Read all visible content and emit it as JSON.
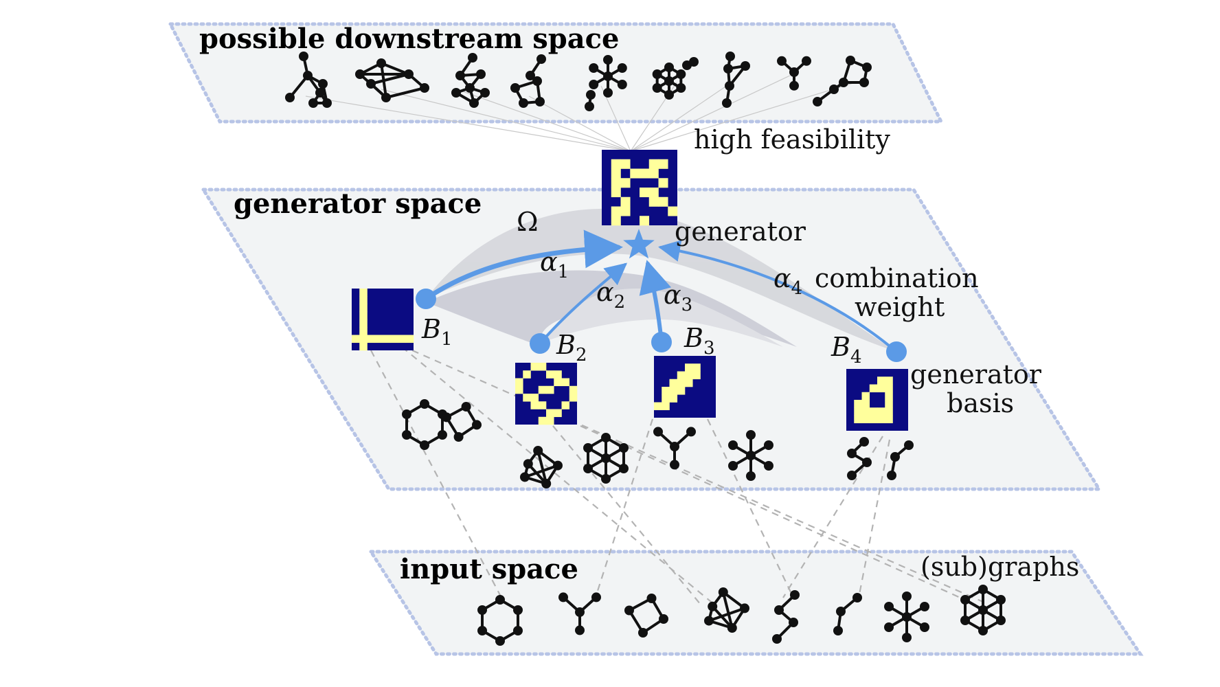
{
  "colors": {
    "plane_fill": "#f2f4f5",
    "plane_border": "#b7c4e6",
    "accent_blue": "#5b9ae6",
    "matrix_dark": "#0b0b82",
    "matrix_light": "#ffff9c",
    "node": "#111111",
    "dashed_line": "#b3b3b3",
    "thin_line": "#c8c8c8"
  },
  "layers": {
    "downstream": {
      "label": "possible downstream space"
    },
    "generator": {
      "label": "generator space"
    },
    "input": {
      "label": "input space"
    }
  },
  "generator": {
    "name": "generator",
    "feasibility": "high feasibility",
    "omega": "Ω"
  },
  "basis": [
    {
      "symbol": "B",
      "sub": "1",
      "weight_symbol": "α",
      "weight_sub": "1"
    },
    {
      "symbol": "B",
      "sub": "2",
      "weight_symbol": "α",
      "weight_sub": "2"
    },
    {
      "symbol": "B",
      "sub": "3",
      "weight_symbol": "α",
      "weight_sub": "3"
    },
    {
      "symbol": "B",
      "sub": "4",
      "weight_symbol": "α",
      "weight_sub": "4"
    }
  ],
  "annotations": {
    "combination_line1": "combination",
    "combination_line2": "weight",
    "basis_line1": "generator",
    "basis_line2": "basis",
    "subgraphs": "(sub)graphs"
  },
  "matrices": {
    "generator": [
      "00000000",
      "01100110",
      "01011100",
      "01100010",
      "01001100",
      "00100110",
      "01100001",
      "01001000"
    ],
    "b1": [
      "01000000",
      "01000000",
      "01000000",
      "01000000",
      "01000000",
      "01000000",
      "11111111",
      "01000000"
    ],
    "b2": [
      "00110000",
      "01001100",
      "10000110",
      "10011001",
      "01100001",
      "00110010",
      "00001100",
      "00011000"
    ],
    "b3": [
      "00000000",
      "00001100",
      "00011100",
      "00111000",
      "01110000",
      "01100000",
      "11000000",
      "00000000"
    ],
    "b4": [
      "00000000",
      "00001100",
      "00011100",
      "00100100",
      "01100100",
      "01111100",
      "01111100",
      "00000000"
    ]
  }
}
